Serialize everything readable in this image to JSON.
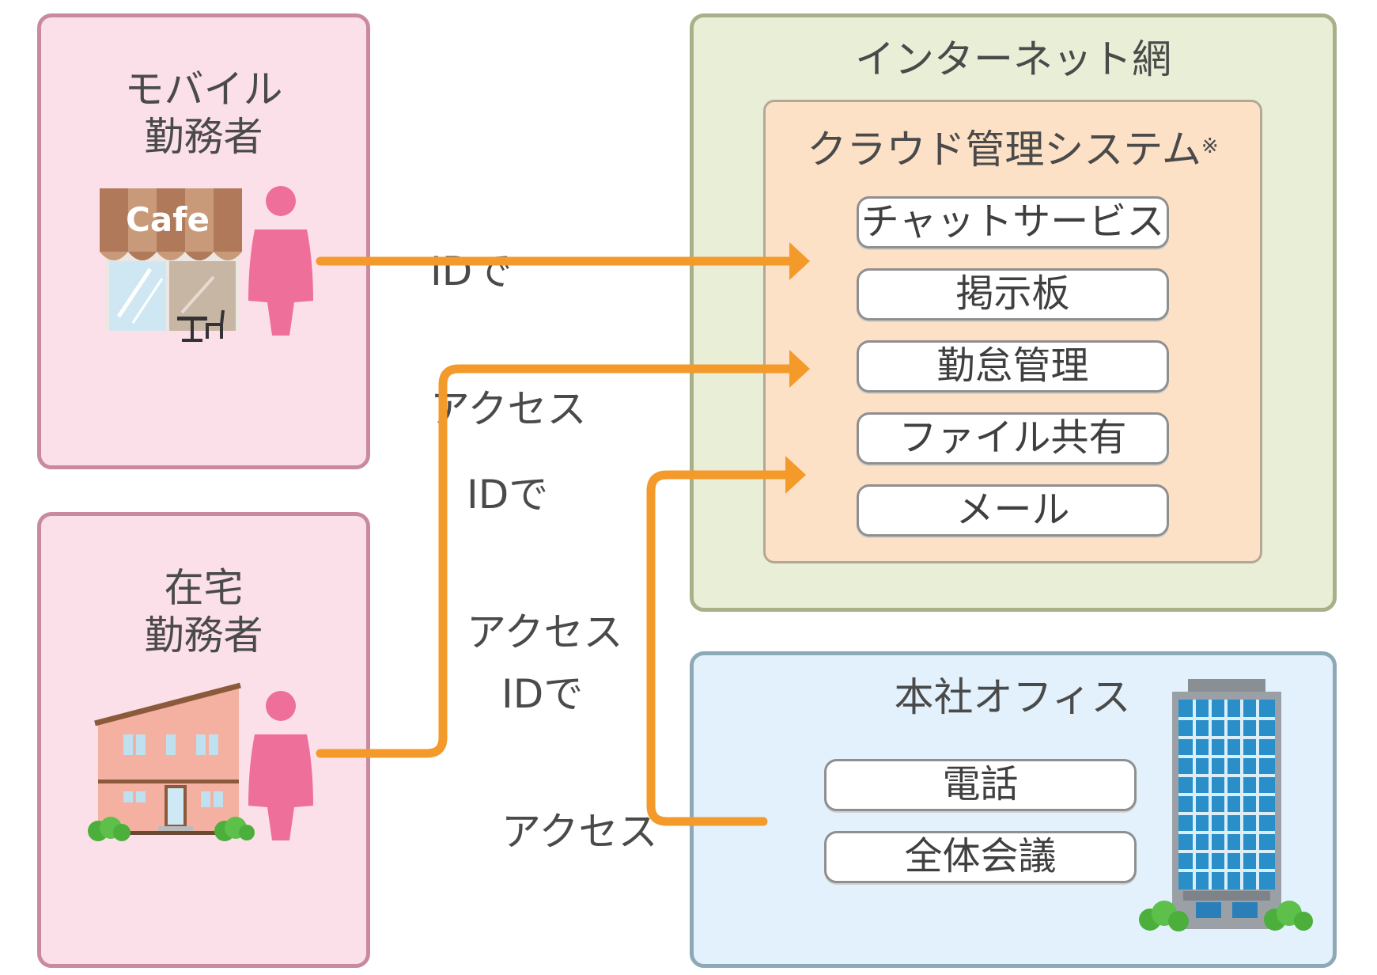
{
  "mobile": {
    "title_line1": "モバイル",
    "title_line2": "勤務者",
    "cafe_sign": "Cafe"
  },
  "home": {
    "title_line1": "在宅",
    "title_line2": "勤務者"
  },
  "internet": {
    "title": "インターネット網",
    "cloud": {
      "title": "クラウド管理システム",
      "note_mark": "※",
      "services": [
        "チャットサービス",
        "掲示板",
        "勤怠管理",
        "ファイル共有",
        "メール"
      ]
    }
  },
  "office": {
    "title": "本社オフィス",
    "services": [
      "電話",
      "全体会議"
    ]
  },
  "access": {
    "mobile": {
      "line1": "IDで",
      "line2": "アクセス"
    },
    "home": {
      "line1": "IDで",
      "line2": "アクセス"
    },
    "office": {
      "line1": "IDで",
      "line2": "アクセス"
    }
  },
  "colors": {
    "arrow": "#f39a2a",
    "person": "#ee6f9a"
  }
}
